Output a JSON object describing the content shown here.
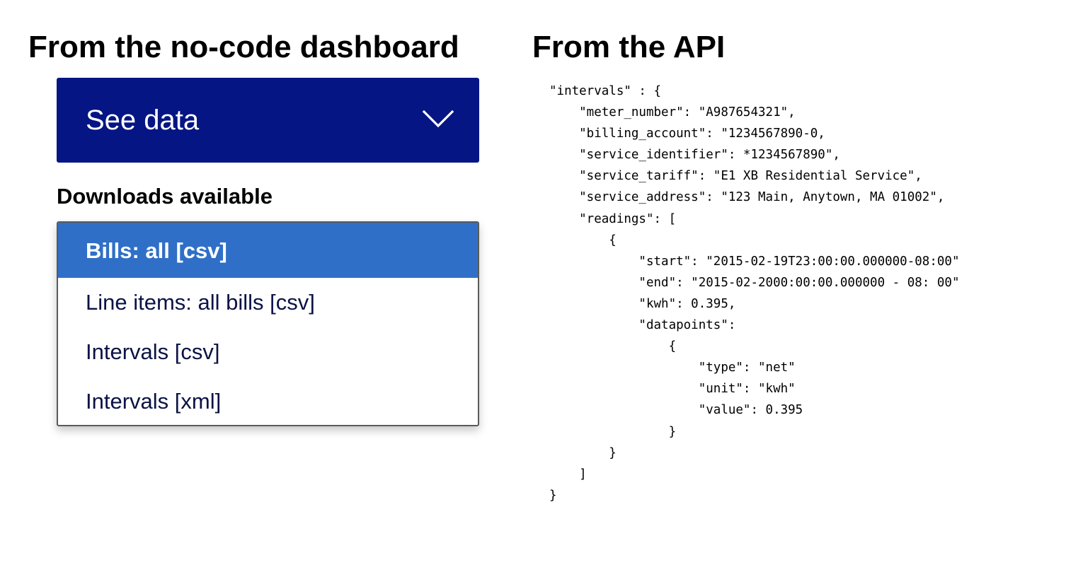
{
  "left_panel": {
    "heading": "From the no-code dashboard",
    "see_data_button": "See data",
    "chevron_icon": "chevron-down-icon",
    "downloads_label": "Downloads available",
    "downloads_options": [
      "Bills: all [csv]",
      "Line items: all bills [csv]",
      "Intervals [csv]",
      "Intervals [xml]"
    ],
    "selected_option_index": 0
  },
  "right_panel": {
    "heading": "From the API",
    "code_lines": [
      "\"intervals\" : {",
      "    \"meter_number\": \"A987654321\",",
      "    \"billing_account\": \"1234567890-0,",
      "    \"service_identifier\": *1234567890\",",
      "    \"service_tariff\": \"E1 XB Residential Service\",",
      "    \"service_address\": \"123 Main, Anytown, MA 01002\",",
      "    \"readings\": [",
      "        {",
      "            \"start\": \"2015-02-19T23:00:00.000000-08:00\"",
      "            \"end\": \"2015-02-2000:00:00.000000 - 08: 00\"",
      "            \"kwh\": 0.395,",
      "            \"datapoints\":",
      "                {",
      "                    \"type\": \"net\"",
      "                    \"unit\": \"kwh\"",
      "                    \"value\": 0.395",
      "                }",
      "        }",
      "    ]",
      "}"
    ]
  },
  "colors": {
    "button_background": "#061584",
    "selected_option_background": "#2f6fc7",
    "option_text": "#0b1245"
  }
}
